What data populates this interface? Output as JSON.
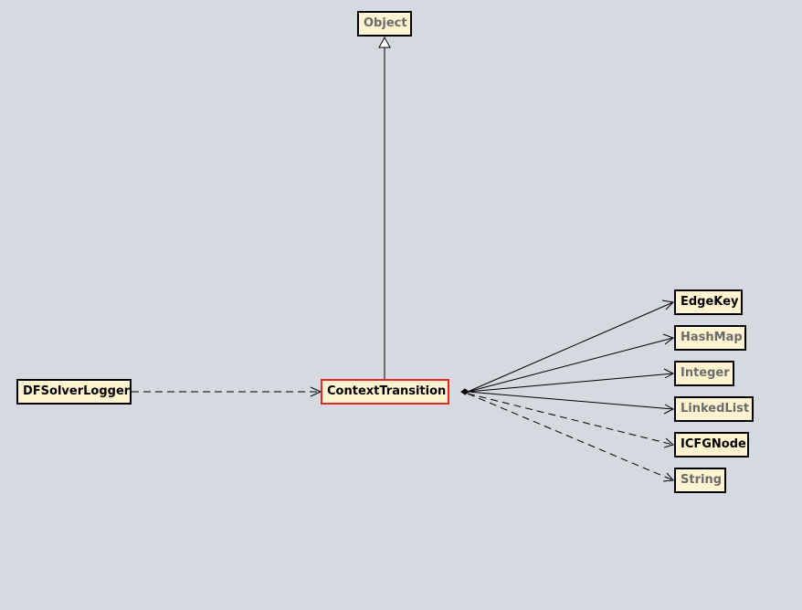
{
  "diagram": {
    "nodes": {
      "object": {
        "label": "Object",
        "kind": "external"
      },
      "dfsolver_logger": {
        "label": "DFSolverLogger",
        "kind": "internal"
      },
      "context_transition": {
        "label": "ContextTransition",
        "kind": "focus"
      },
      "edge_key": {
        "label": "EdgeKey",
        "kind": "internal"
      },
      "hash_map": {
        "label": "HashMap",
        "kind": "external"
      },
      "integer": {
        "label": "Integer",
        "kind": "external"
      },
      "linked_list": {
        "label": "LinkedList",
        "kind": "external"
      },
      "icfg_node": {
        "label": "ICFGNode",
        "kind": "internal"
      },
      "string": {
        "label": "String",
        "kind": "external"
      }
    },
    "edges": [
      {
        "from": "context_transition",
        "to": "object",
        "type": "generalization"
      },
      {
        "from": "dfsolver_logger",
        "to": "context_transition",
        "type": "dependency"
      },
      {
        "from": "context_transition",
        "to": "edge_key",
        "type": "composition"
      },
      {
        "from": "context_transition",
        "to": "hash_map",
        "type": "composition"
      },
      {
        "from": "context_transition",
        "to": "integer",
        "type": "composition"
      },
      {
        "from": "context_transition",
        "to": "linked_list",
        "type": "composition"
      },
      {
        "from": "context_transition",
        "to": "icfg_node",
        "type": "dependency"
      },
      {
        "from": "context_transition",
        "to": "string",
        "type": "dependency"
      }
    ],
    "colors": {
      "background": "#d6d9e0",
      "node_fill": "#fff4cf",
      "focus_border": "#e32626",
      "external_text": "#6b6b6b"
    }
  }
}
